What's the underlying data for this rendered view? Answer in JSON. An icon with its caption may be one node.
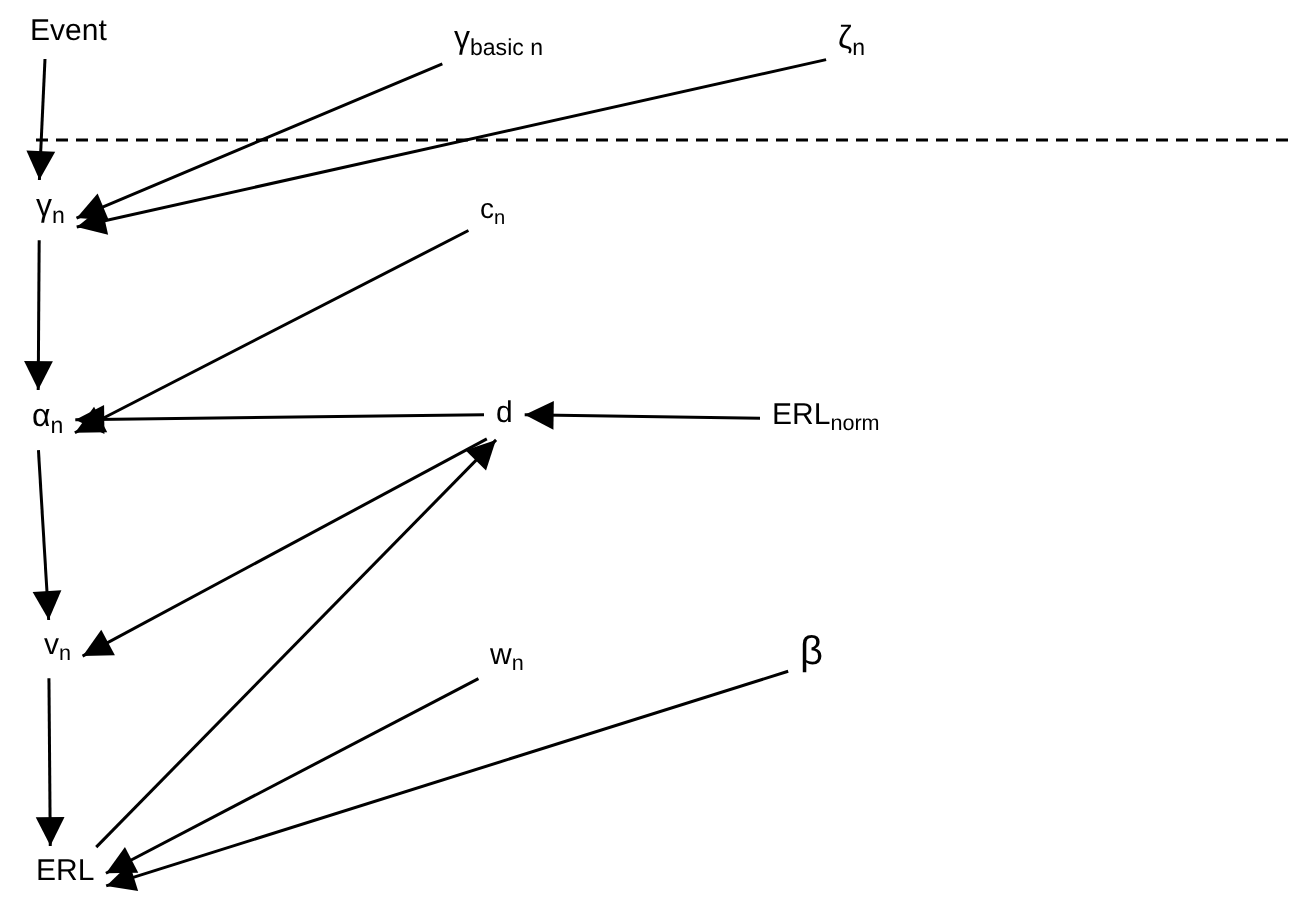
{
  "diagram": {
    "nodes": [
      {
        "text": [
          "Event"
        ]
      },
      {
        "text": [
          "γ$_{basic n}$"
        ]
      },
      {
        "text": [
          "ζ$_{n}$"
        ]
      },
      {
        "text": [
          "γ$_{n}$"
        ]
      },
      {
        "text": [
          "c$_{n}$"
        ]
      },
      {
        "text": [
          "α$_{n}$"
        ]
      },
      {
        "text": [
          "d"
        ]
      },
      {
        "text": [
          "ERL$_{norm}$"
        ]
      },
      {
        "text": [
          "v$_{n}$"
        ]
      },
      {
        "text": [
          "w$_{n}$"
        ]
      },
      {
        "text": [
          "β"
        ]
      },
      {
        "text": [
          "ERL"
        ]
      }
    ],
    "edges": [
      {
        "from": 0,
        "to": 3,
        "arrow": "to"
      },
      {
        "from": 1,
        "to": 3,
        "arrow": "to"
      },
      {
        "from": 2,
        "to": 3,
        "arrow": "to"
      },
      {
        "from": 3,
        "to": 5,
        "arrow": "to"
      },
      {
        "from": 4,
        "to": 5,
        "arrow": "to"
      },
      {
        "from": 6,
        "to": 5,
        "arrow": "to"
      },
      {
        "from": 7,
        "to": 6,
        "arrow": "to"
      },
      {
        "from": 5,
        "to": 8,
        "arrow": "to"
      },
      {
        "from": 6,
        "to": 8,
        "arrow": "to"
      },
      {
        "from": 8,
        "to": 11,
        "arrow": "to"
      },
      {
        "from": 11,
        "to": 6,
        "arrow": "to"
      },
      {
        "from": 9,
        "to": 11,
        "arrow": "to"
      },
      {
        "from": 10,
        "to": 11,
        "arrow": "to"
      }
    ]
  }
}
